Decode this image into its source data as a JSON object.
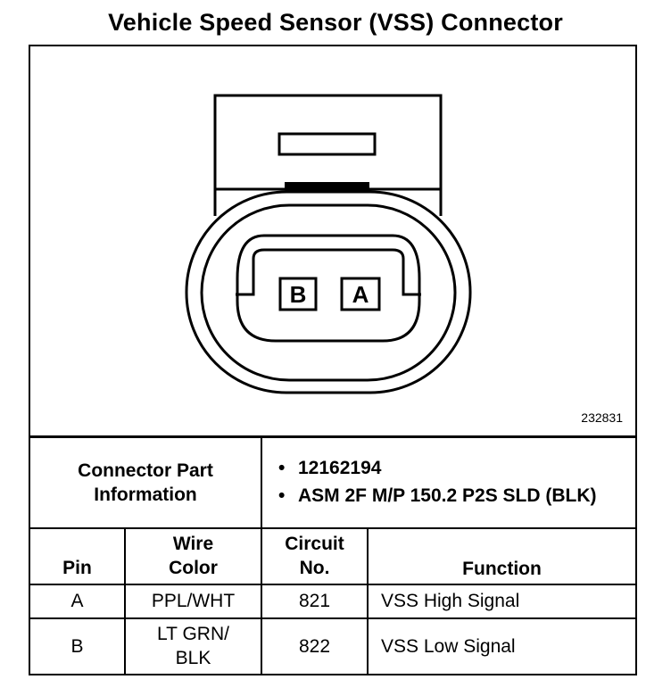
{
  "title": "Vehicle Speed Sensor (VSS) Connector",
  "figure_number": "232831",
  "connector": {
    "cavities": [
      {
        "label": "B"
      },
      {
        "label": "A"
      }
    ]
  },
  "part_info": {
    "label_line1": "Connector Part",
    "label_line2": "Information",
    "items": [
      "12162194",
      "ASM 2F M/P 150.2 P2S SLD (BLK)"
    ]
  },
  "table": {
    "headers": {
      "pin": "Pin",
      "wire_color_1": "Wire",
      "wire_color_2": "Color",
      "circuit_1": "Circuit",
      "circuit_2": "No.",
      "function": "Function"
    },
    "rows": [
      {
        "pin": "A",
        "wire_1": "PPL/WHT",
        "wire_2": "",
        "circuit": "821",
        "function": "VSS High Signal"
      },
      {
        "pin": "B",
        "wire_1": "LT GRN/",
        "wire_2": "BLK",
        "circuit": "822",
        "function": "VSS Low Signal"
      }
    ]
  }
}
